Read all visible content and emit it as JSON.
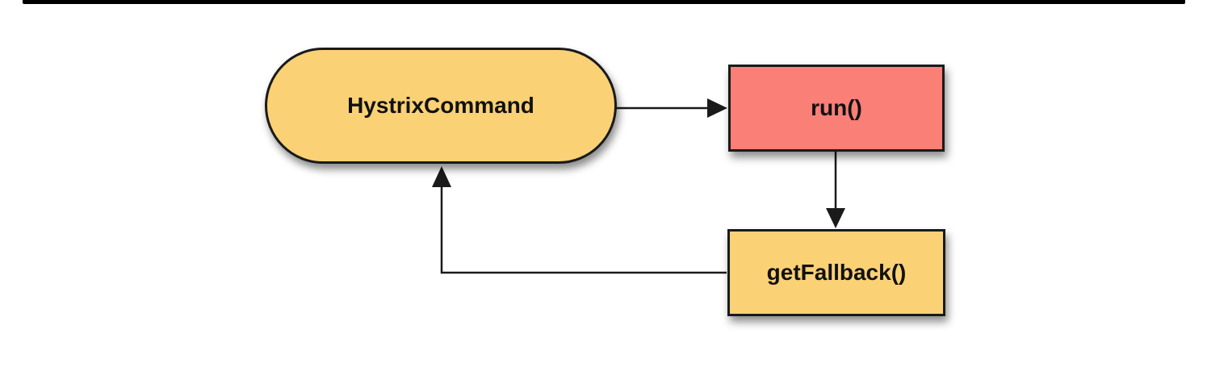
{
  "diagram": {
    "background_color": "#ffffff",
    "top_bar": {
      "color": "#000000"
    },
    "edge_color": "#1a1a1a",
    "nodes": {
      "hystrix_command": {
        "label": "HystrixCommand",
        "shape": "stadium",
        "fill": "#fbd175",
        "border_color": "#1a1a1a",
        "text_color": "#111111"
      },
      "run": {
        "label": "run()",
        "shape": "rectangle",
        "fill": "#f97f77",
        "border_color": "#1a1a1a",
        "text_color": "#111111"
      },
      "get_fallback": {
        "label": "getFallback()",
        "shape": "rectangle",
        "fill": "#fbd175",
        "border_color": "#1a1a1a",
        "text_color": "#111111"
      }
    },
    "edges": [
      {
        "from": "hystrix_command",
        "to": "run",
        "direction": "right"
      },
      {
        "from": "run",
        "to": "get_fallback",
        "direction": "down"
      },
      {
        "from": "get_fallback",
        "to": "hystrix_command",
        "direction": "left-then-up"
      }
    ]
  }
}
